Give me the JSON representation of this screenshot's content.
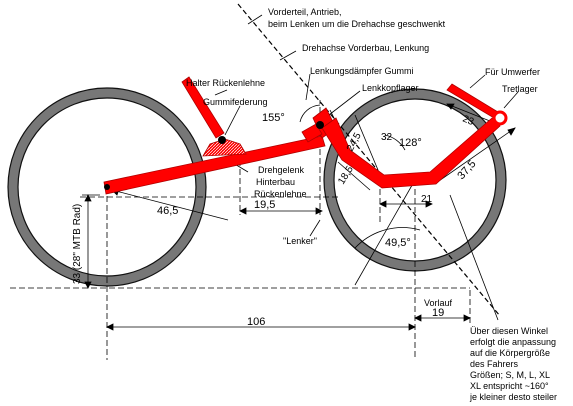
{
  "colors": {
    "frame": "#ff0000",
    "dark_red": "#c00000",
    "ink": "#000000",
    "tire": "#777777",
    "wheel_dark": "#111111"
  },
  "labels": {
    "vorderteil_1": "Vorderteil, Antrieb,",
    "vorderteil_2": "beim Lenken um die Drehachse geschwenkt",
    "drehachse": "Drehachse Vorderbau, Lenkung",
    "halter": "Halter Rückenlehne",
    "lenkungsdaempfer": "Lenkungsdämpfer Gummi",
    "fuer_umwerfer": "Für Umwerfer",
    "gummifederung": "Gummifederung",
    "lenkkopflager": "Lenkkopflager",
    "tretlager": "Tretlager",
    "drehgelenk_1": "Drehgelenk",
    "drehgelenk_2": "Hinterbau",
    "drehgelenk_3": "Rückenlehne",
    "lenker": "\"Lenker\"",
    "vorlauf": "Vorlauf",
    "note_1": "Über diesen Winkel",
    "note_2": "erfolgt die anpassung",
    "note_3": "auf die Körpergröße",
    "note_4": "des Fahrers",
    "note_5": "Größen; S, M, L, XL",
    "note_6": "XL entspricht ~160°",
    "note_7": "je kleiner desto steiler"
  },
  "dimensions": {
    "d155": "155°",
    "d23": "23",
    "d32": "32",
    "d128": "128°",
    "d24_5": "24,5",
    "d18_5": "18,5",
    "d37_5": "37,5",
    "d46_5": "46,5",
    "d19_5": "19,5",
    "d21": "21",
    "d49_5": "49,5°",
    "d19": "19",
    "d106": "106",
    "d33": "33 (28\" MTB Rad)"
  }
}
